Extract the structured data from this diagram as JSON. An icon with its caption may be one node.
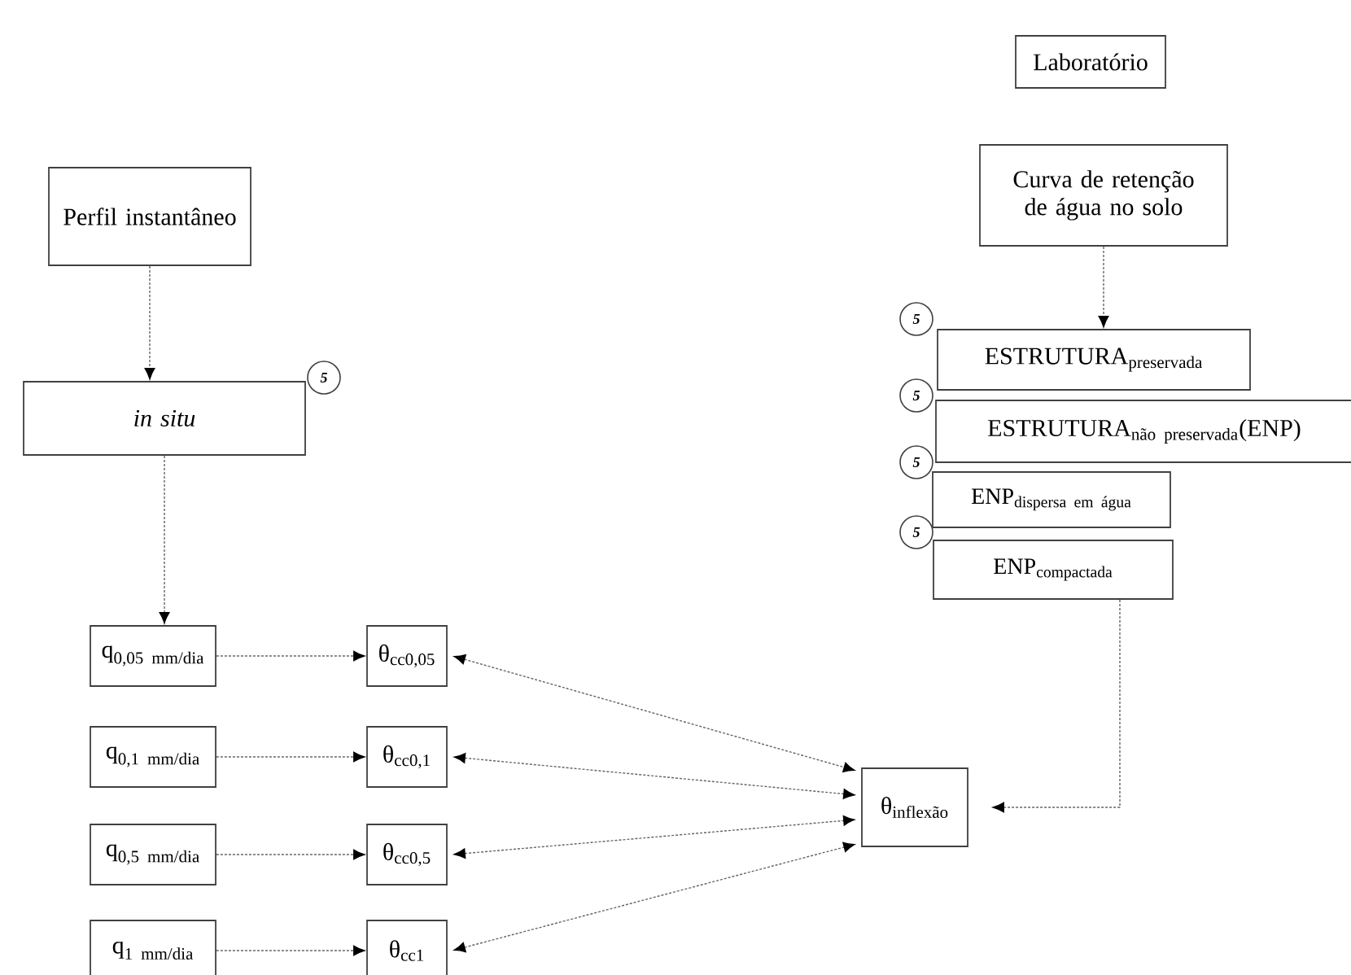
{
  "diagram": {
    "nodes": [
      {
        "text": [
          "Laboratório"
        ]
      },
      {
        "text": [
          "Perfil instantâneo"
        ]
      },
      {
        "text": [
          "Curva de retenção de água no solo"
        ]
      },
      {
        "text": [
          "*in situ*"
        ]
      },
      {
        "text": [
          "5"
        ]
      },
      {
        "text": [
          "5"
        ]
      },
      {
        "text": [
          "\\text{ESTRUTURA}_{\\text{preservada}}"
        ]
      },
      {
        "text": [
          "5"
        ]
      },
      {
        "text": [
          "\\text{ESTRUTURA}_{\\text{não preservada}}\\text{(ENP)}"
        ]
      },
      {
        "text": [
          "5"
        ]
      },
      {
        "text": [
          "\\text{ENP}_{\\text{dispersa em água}}"
        ]
      },
      {
        "text": [
          "5"
        ]
      },
      {
        "text": [
          "\\text{ENP}_{\\text{compactada}}"
        ]
      },
      {
        "text": [
          "\\text{q}_{\\text{0,05 mm/dia}}"
        ]
      },
      {
        "text": [
          "\\text{θ}_{\\text{cc0,05}}"
        ]
      },
      {
        "text": [
          "\\text{q}_{\\text{0,1 mm/dia}}"
        ]
      },
      {
        "text": [
          "\\text{θ}_{\\text{cc0,1}}"
        ]
      },
      {
        "text": [
          "\\text{q}_{\\text{0,5 mm/dia}}"
        ]
      },
      {
        "text": [
          "\\text{θ}_{\\text{cc0,5}}"
        ]
      },
      {
        "text": [
          "\\text{q}_{\\text{1 mm/dia}}"
        ]
      },
      {
        "text": [
          "\\text{θ}_{\\text{cc1}}"
        ]
      },
      {
        "text": [
          "\\text{θ}_{\\text{inflexão}}"
        ]
      }
    ],
    "edges": [
      {
        "from": 1,
        "to": 3,
        "arrow": "to"
      },
      {
        "from": 3,
        "to": 13,
        "arrow": "to"
      },
      {
        "from": 2,
        "to": 6,
        "arrow": "to"
      },
      {
        "from": 13,
        "to": 14,
        "arrow": "to"
      },
      {
        "from": 15,
        "to": 16,
        "arrow": "to"
      },
      {
        "from": 17,
        "to": 18,
        "arrow": "to"
      },
      {
        "from": 19,
        "to": 20,
        "arrow": "to"
      },
      {
        "from": 14,
        "to": 21,
        "arrow": "both"
      },
      {
        "from": 16,
        "to": 21,
        "arrow": "both"
      },
      {
        "from": 18,
        "to": 21,
        "arrow": "both"
      },
      {
        "from": 20,
        "to": 21,
        "arrow": "both"
      },
      {
        "from": 12,
        "to": 21,
        "arrow": "to"
      }
    ]
  }
}
